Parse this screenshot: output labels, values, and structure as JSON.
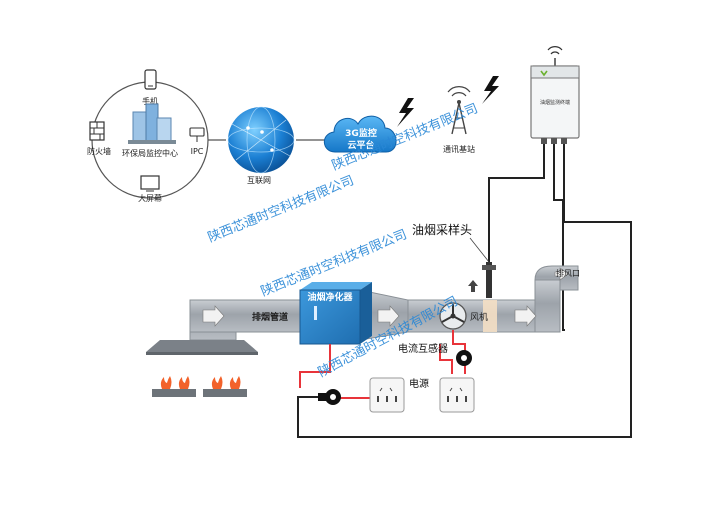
{
  "labels": {
    "phone": "手机",
    "firewall": "防火墙",
    "center": "环保局监控中心",
    "ipc": "IPC",
    "big_screen": "大屏幕",
    "internet": "互联网",
    "cloud_line1": "3G监控",
    "cloud_line2": "云平台",
    "tower": "通讯基站",
    "device_title": "油烟监测终端",
    "probe": "油烟采样头",
    "vent": "排风口",
    "duct": "排烟管道",
    "purifier": "油烟净化器",
    "fan": "风机",
    "ct": "电流互感器",
    "power": "电源"
  },
  "watermark": "陕西芯通时空科技有限公司",
  "colors": {
    "duct": "#a7adb4",
    "purifier": "#2f86c9",
    "globe": "#1b7fd3",
    "cloud": "#1e8fe0",
    "wire_red": "#e8343a",
    "wire_black": "#222222",
    "watermark": "#2a88d6"
  }
}
